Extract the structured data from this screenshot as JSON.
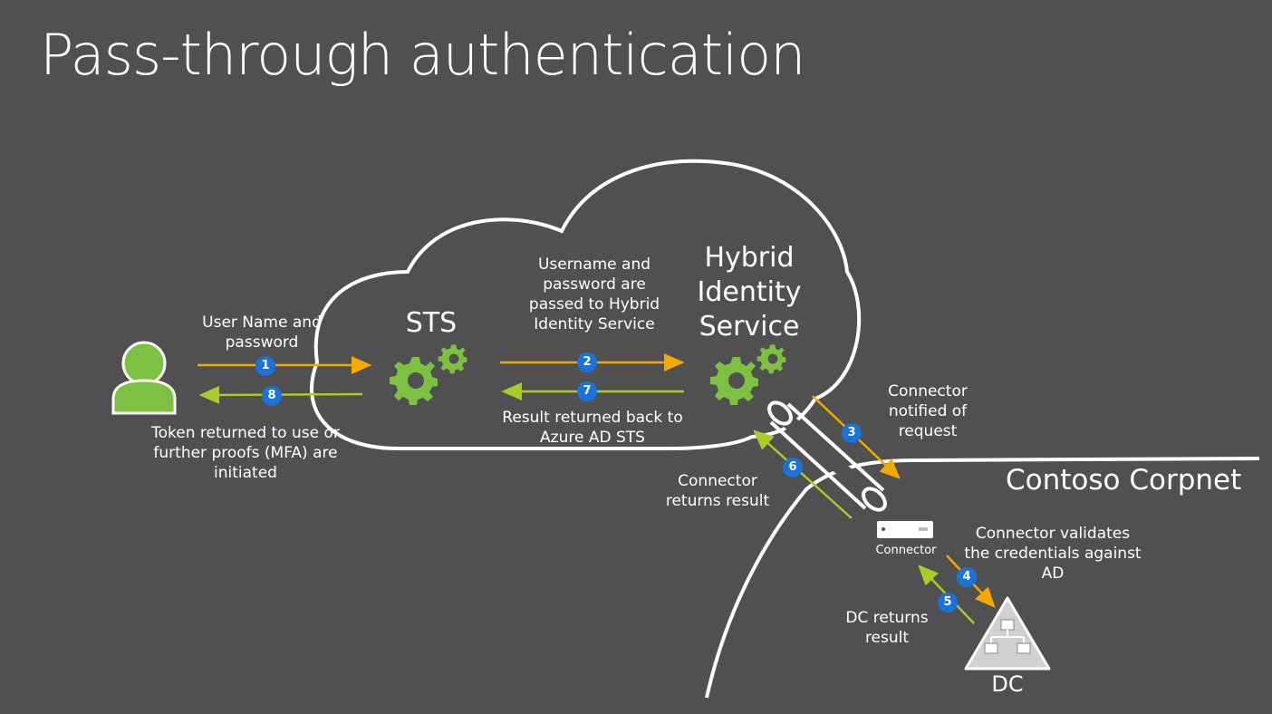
{
  "title": "Pass-through authentication",
  "nodes": {
    "sts": "STS",
    "hybrid": "Hybrid Identity Service",
    "corpnet": "Contoso Corpnet",
    "connector": "Connector",
    "dc": "DC"
  },
  "steps": [
    {
      "num": "1",
      "label": "User Name and password"
    },
    {
      "num": "2",
      "label": "Username and password are passed to Hybrid Identity Service"
    },
    {
      "num": "3",
      "label": "Connector notified of request"
    },
    {
      "num": "4",
      "label": "Connector validates the credentials against AD"
    },
    {
      "num": "5",
      "label": "DC returns result"
    },
    {
      "num": "6",
      "label": "Connector returns result"
    },
    {
      "num": "7",
      "label": "Result returned back to Azure AD STS"
    },
    {
      "num": "8",
      "label": "Token returned to use or further proofs (MFA) are initiated"
    }
  ],
  "colors": {
    "background": "#505050",
    "request_arrow": "#f5a800",
    "response_arrow": "#a8cc28",
    "gear": "#7dc142",
    "user": "#7dc142",
    "badge": "#1a73d9"
  },
  "icons": [
    "user-icon",
    "gear-icon",
    "connector-server-icon",
    "dc-network-icon"
  ]
}
